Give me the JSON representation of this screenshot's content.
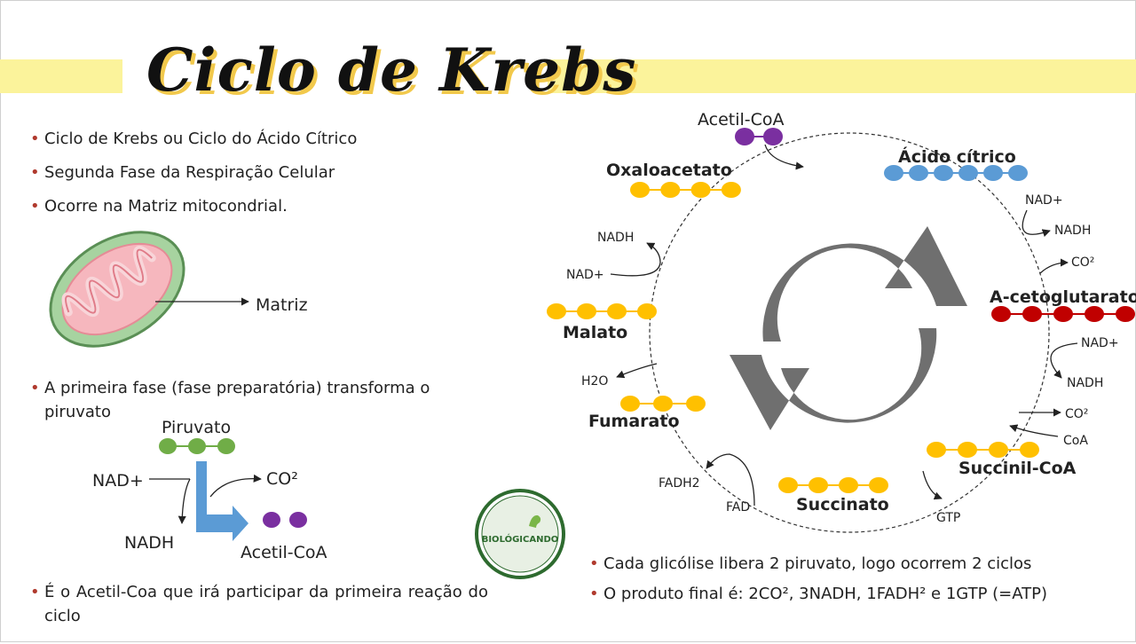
{
  "title": "Ciclo de Krebs",
  "left": {
    "bullets": [
      "Ciclo de Krebs ou Ciclo do Ácido Cítrico",
      "Segunda Fase da Respiração Celular",
      "Ocorre na Matriz mitocondrial."
    ],
    "matriz_label": "Matriz",
    "phase_text": "A primeira fase (fase preparatória) transforma o piruvato",
    "prep": {
      "piruvato": "Piruvato",
      "nad_plus": "NAD+",
      "nadh": "NADH",
      "co2": "CO²",
      "acetil": "Acetil-CoA"
    },
    "acetil_text": "É o Acetil-Coa que irá participar da primeira reação do ciclo"
  },
  "logo": {
    "text": "BIOLÓGICANDO"
  },
  "cycle": {
    "acetil_coa": "Acetil-CoA",
    "acido_citrico": "Ácido cítrico",
    "oxaloacetato": "Oxaloacetato",
    "a_cetoglutarato": "A-cetoglutarato",
    "malato": "Malato",
    "fumarato": "Fumarato",
    "succinato": "Succinato",
    "succinil_coa": "Succinil-CoA",
    "nad_plus_1": "NAD+",
    "nadh_1": "NADH",
    "co2_1": "CO²",
    "nad_plus_2": "NAD+",
    "nadh_2": "NADH",
    "co2_2": "CO²",
    "coa": "CoA",
    "gtp": "GTP",
    "fad": "FAD",
    "fadh2": "FADH2",
    "h2o": "H2O",
    "nadh_3": "NADH",
    "nad_plus_3": "NAD+"
  },
  "right_bullets": [
    "Cada glicólise libera 2 piruvato, logo ocorrem 2 ciclos",
    "O produto final é: 2CO², 3NADH, 1FADH² e 1GTP (=ATP)"
  ],
  "colors": {
    "band": "#fbf39b",
    "title_shadow": "#f2c94c",
    "purple": "#7a2fa0",
    "blue": "#5b9bd5",
    "yellow": "#ffc000",
    "red": "#c00000",
    "green": "#70ad47",
    "arrow_gray": "#6f6f6f",
    "arrow_blue": "#5b9bd5"
  }
}
